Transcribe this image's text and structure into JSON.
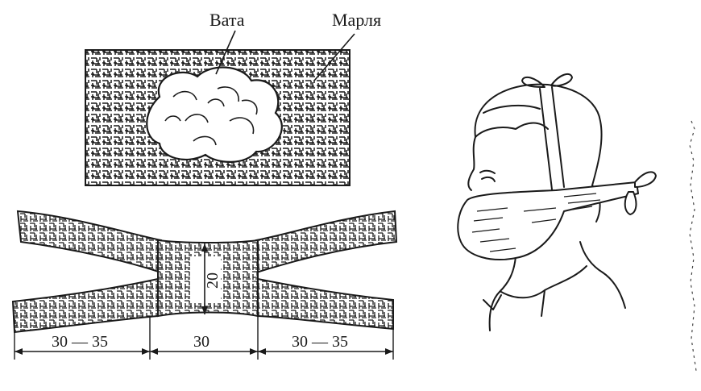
{
  "labels": {
    "cotton": "Вата",
    "gauze": "Марля"
  },
  "dimensions": {
    "left_tail": "30 — 35",
    "center": "30",
    "right_tail": "30 — 35",
    "height": "20"
  },
  "colors": {
    "ink": "#1a1a1a",
    "paper": "#ffffff"
  }
}
